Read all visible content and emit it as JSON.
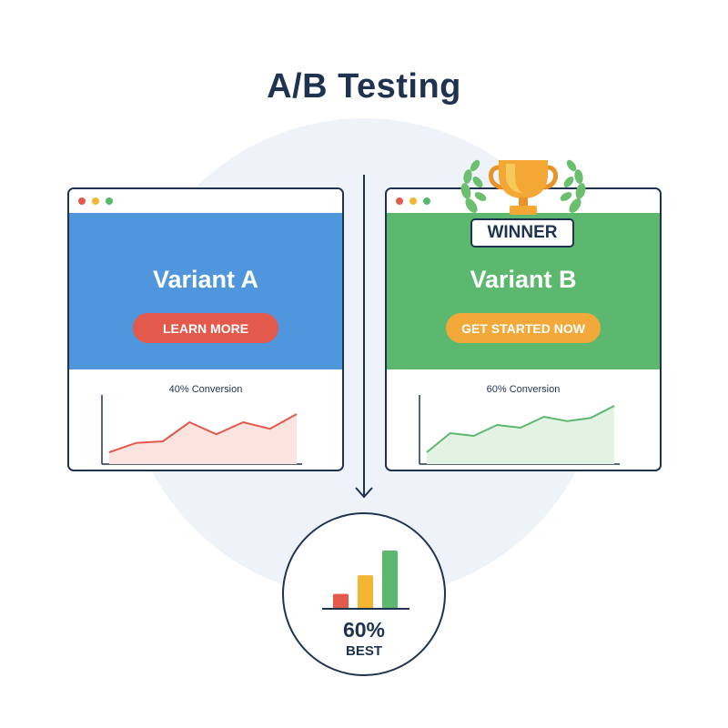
{
  "title": "A/B Testing",
  "colors": {
    "navy": "#1f3350",
    "blue": "#4f96dd",
    "green": "#5cb86e",
    "red": "#e3594c",
    "orange": "#f2a93a",
    "gold": "#f3a835"
  },
  "variants": [
    {
      "name": "Variant A",
      "cta_label": "LEARN MORE",
      "conversion_label": "40% Conversion",
      "trend": [
        0.05,
        0.22,
        0.25,
        0.6,
        0.38,
        0.6,
        0.48,
        0.75
      ]
    },
    {
      "name": "Variant B",
      "cta_label": "GET STARTED NOW",
      "conversion_label": "60% Conversion",
      "trend": [
        0.05,
        0.4,
        0.35,
        0.55,
        0.5,
        0.7,
        0.62,
        0.68,
        0.9
      ]
    }
  ],
  "winner": {
    "badge": "WINNER",
    "icon": "trophy-icon"
  },
  "result": {
    "value": "60%",
    "label": "BEST",
    "bars": [
      0.2,
      0.45,
      0.78
    ],
    "bar_colors": [
      "#e3594c",
      "#f2b632",
      "#5cb86e"
    ]
  }
}
